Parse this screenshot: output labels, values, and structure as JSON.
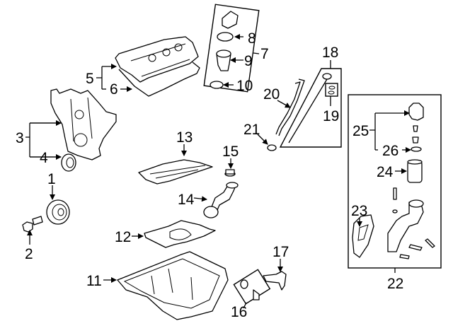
{
  "diagram": {
    "type": "exploded-parts-diagram",
    "subject": "Engine parts (timing cover, valve cover, oil pan, oil filler, dipstick, oil filter housing)",
    "callouts": {
      "c1": "1",
      "c2": "2",
      "c3": "3",
      "c4": "4",
      "c5": "5",
      "c6": "6",
      "c7": "7",
      "c8": "8",
      "c9": "9",
      "c10": "10",
      "c11": "11",
      "c12": "12",
      "c13": "13",
      "c14": "14",
      "c15": "15",
      "c16": "16",
      "c17": "17",
      "c18": "18",
      "c19": "19",
      "c20": "20",
      "c21": "21",
      "c22": "22",
      "c23": "23",
      "c24": "24",
      "c25": "25",
      "c26": "26"
    }
  }
}
